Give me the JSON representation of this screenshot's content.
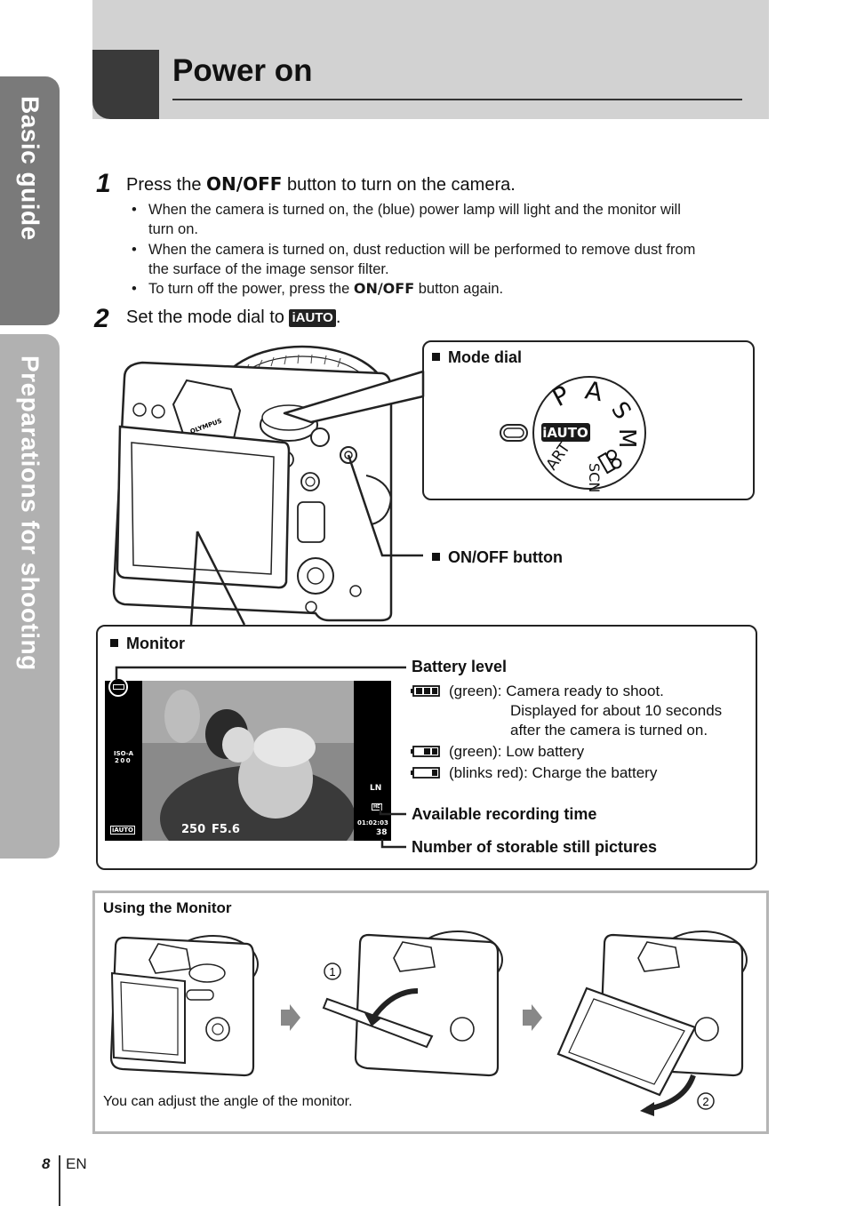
{
  "side_tabs": {
    "basic": "Basic guide",
    "prep": "Preparations for shooting"
  },
  "header": {
    "title": "Power on"
  },
  "step1": {
    "number": "1",
    "text_before": "Press the ",
    "key": "ON/OFF",
    "text_after": " button to turn on the camera.",
    "bullets": [
      {
        "line1": "When the camera is turned on, the (blue) power lamp will light and the monitor will",
        "line2": "turn on."
      },
      {
        "line1": "When the camera is turned on, dust reduction will be performed to remove dust from",
        "line2": "the surface of the image sensor filter."
      }
    ],
    "bullet3_before": "To turn off the power, press the ",
    "bullet3_key": "ON/OFF",
    "bullet3_after": " button again."
  },
  "step2": {
    "number": "2",
    "text_before": "Set the mode dial to ",
    "badge": "iAUTO",
    "text_after": "."
  },
  "mode_dial": {
    "title": "Mode dial",
    "modes": [
      "P",
      "A",
      "S",
      "M",
      "ART",
      "SCN"
    ],
    "iauto": "iAUTO"
  },
  "onoff_label": "ON/OFF button",
  "monitor": {
    "title": "Monitor",
    "battery_title": "Battery level",
    "battery_lines": [
      "(green): Camera ready to shoot.",
      "Displayed for about 10 seconds",
      "after the camera is turned on.",
      "(green): Low battery",
      "(blinks red): Charge the battery"
    ],
    "rec_time": "Available recording time",
    "storable": "Number of storable still pictures",
    "screen": {
      "iso_label": "ISO-A",
      "iso_value": "200",
      "mode": "iAUTO",
      "shutter": "250",
      "aperture": "F5.6",
      "quality": "LN",
      "hd": "HD",
      "time": "01:02:03",
      "shots": "38"
    }
  },
  "using": {
    "title": "Using the Monitor",
    "caption": "You can adjust the angle of the monitor.",
    "marker1": "1",
    "marker2": "2"
  },
  "footer": {
    "page": "8",
    "lang": "EN"
  }
}
